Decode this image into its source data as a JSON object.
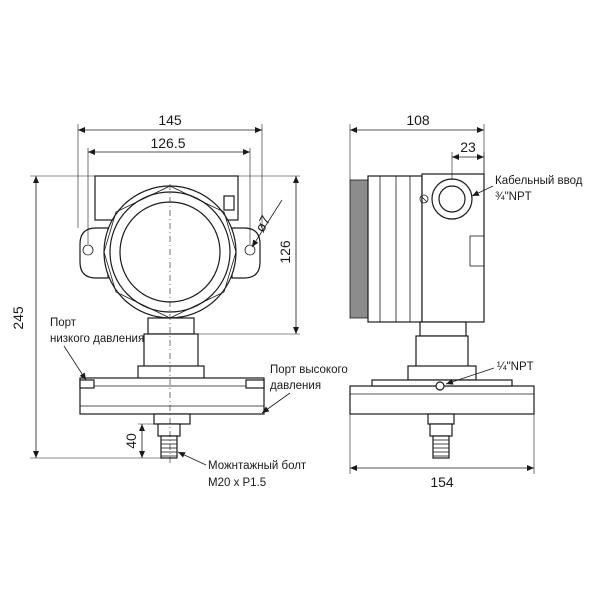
{
  "dimensions": {
    "front_width_overall": "145",
    "front_width_holes": "126.5",
    "front_height_overall": "245",
    "front_height_body": "126",
    "hole_diameter": "ø7",
    "bolt_length": "40",
    "side_depth": "108",
    "cable_offset": "23",
    "flange_width": "154"
  },
  "labels": {
    "low_port_line1": "Порт",
    "low_port_line2": "низкого давления",
    "high_port_line1": "Порт высокого",
    "high_port_line2": "давления",
    "bolt_line1": "Можнтажный болт",
    "bolt_line2": "M20 x P1.5",
    "cable_line1": "Кабельный ввод",
    "cable_line2": "¾\"NPT",
    "npt_quarter": "¼\"NPT"
  }
}
